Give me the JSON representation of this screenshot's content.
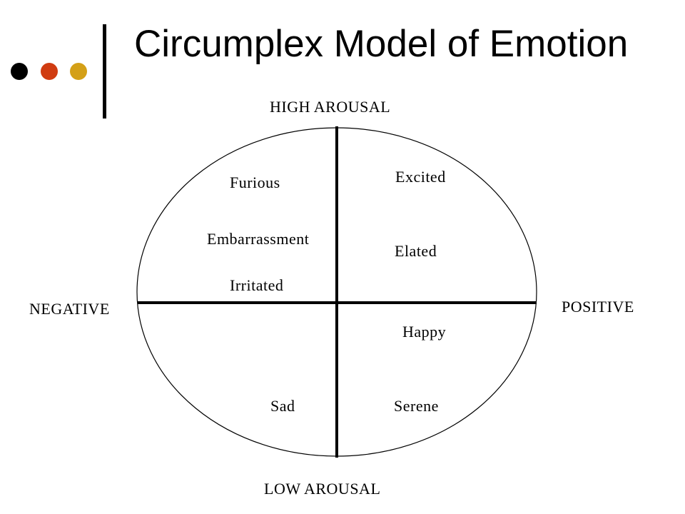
{
  "slide": {
    "title": "Circumplex Model of Emotion",
    "bullet_colors": [
      "#000000",
      "#d03c11",
      "#d4a017"
    ]
  },
  "diagram": {
    "axes": {
      "top": "HIGH AROUSAL",
      "bottom": "LOW AROUSAL",
      "left": "NEGATIVE",
      "right": "POSITIVE"
    },
    "emotions": {
      "furious": "Furious",
      "embarrassment": "Embarrassment",
      "irritated": "Irritated",
      "excited": "Excited",
      "elated": "Elated",
      "happy": "Happy",
      "sad": "Sad",
      "serene": "Serene"
    }
  }
}
